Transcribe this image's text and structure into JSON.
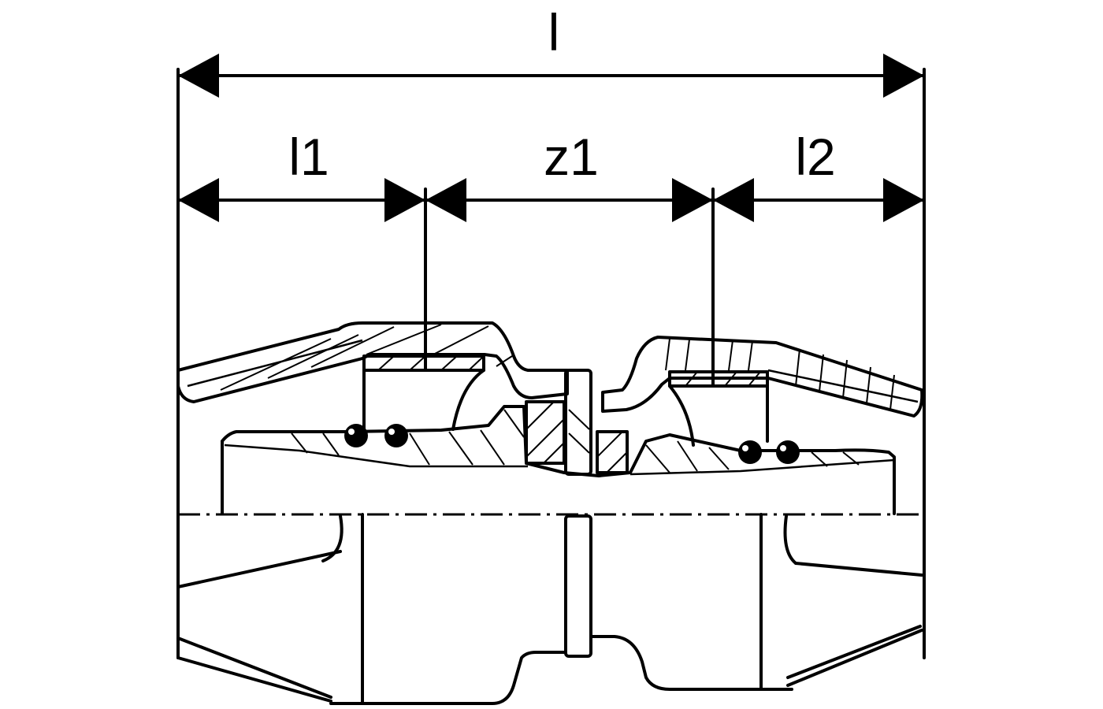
{
  "dimensions": {
    "overall": "l",
    "left": "l1",
    "middle": "z1",
    "right": "l2"
  },
  "colors": {
    "line": "#000000",
    "background": "#ffffff"
  }
}
